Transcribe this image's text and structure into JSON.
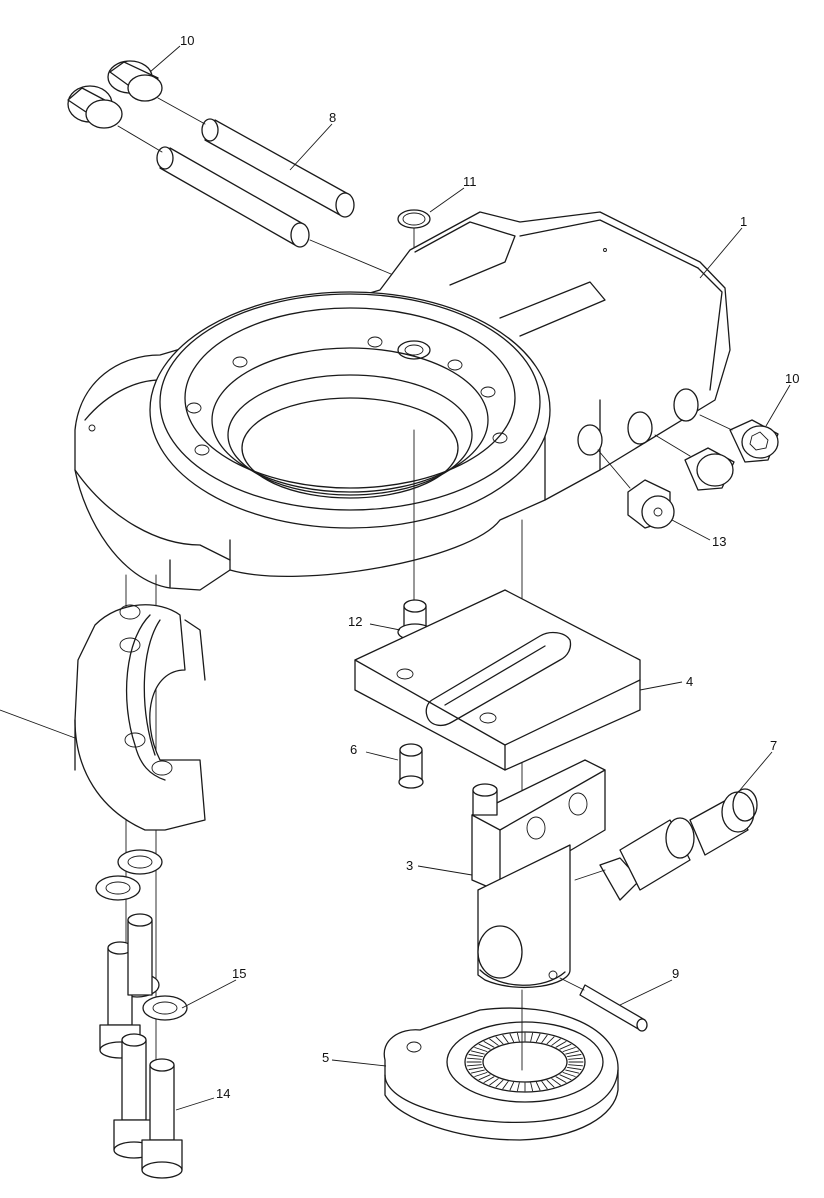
{
  "diagram": {
    "type": "exploded-assembly",
    "callouts": {
      "c10_top": "10",
      "c8": "8",
      "c11": "11",
      "c1": "1",
      "c10_right": "10",
      "c13": "13",
      "c12": "12",
      "c4": "4",
      "c6": "6",
      "c7": "7",
      "c3": "3",
      "c15": "15",
      "c9": "9",
      "c5": "5",
      "c14": "14"
    }
  }
}
